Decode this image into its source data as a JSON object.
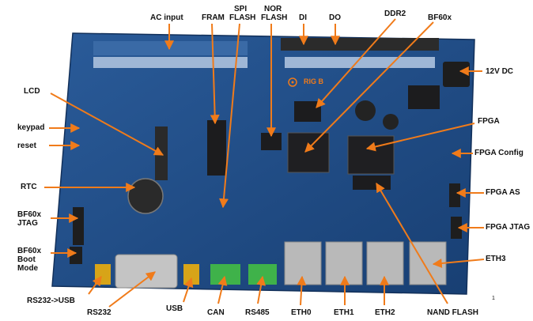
{
  "labels": {
    "ac_input": "AC input",
    "fram": "FRAM",
    "spi_flash_1": "SPI",
    "spi_flash_2": "FLASH",
    "nor_flash_1": "NOR",
    "nor_flash_2": "FLASH",
    "di": "DI",
    "do": "DO",
    "ddr2": "DDR2",
    "bf60x": "BF60x",
    "dc12v": "12V DC",
    "lcd": "LCD",
    "keypad": "keypad",
    "reset": "reset",
    "rtc": "RTC",
    "bf60x_jtag_1": "BF60x",
    "bf60x_jtag_2": "JTAG",
    "bf60x_boot_1": "BF60x",
    "bf60x_boot_2": "Boot",
    "bf60x_boot_3": "Mode",
    "fpga": "FPGA",
    "fpga_config": "FPGA Config",
    "fpga_as": "FPGA AS",
    "fpga_jtag": "FPGA JTAG",
    "eth3": "ETH3",
    "rs232_usb": "RS232->USB",
    "rs232": "RS232",
    "usb": "USB",
    "can": "CAN",
    "rs485": "RS485",
    "eth0": "ETH0",
    "eth1": "ETH1",
    "eth2": "ETH2",
    "nand_flash": "NAND FLASH",
    "rig_b": "RIG B",
    "page_number": "1"
  },
  "colors": {
    "board": "#1f4f8c",
    "board_dark": "#173f72",
    "arrow": "#f07b1a",
    "callout_text": "#111111",
    "rig_text": "#f07b1a",
    "terminal_green": "#3fb24a",
    "usb_gold": "#d7a418",
    "rj45_silver": "#b9b9b9",
    "chip_black": "#1c1c1e"
  }
}
